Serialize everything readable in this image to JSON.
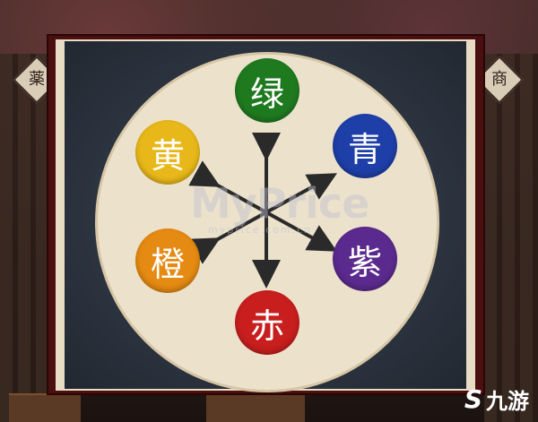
{
  "signs": {
    "left": "薬",
    "right": "商"
  },
  "discs": [
    {
      "id": "green",
      "label": "绿",
      "color": "#1f7a1f"
    },
    {
      "id": "blue",
      "label": "青",
      "color": "#1e3fa8"
    },
    {
      "id": "purple",
      "label": "紫",
      "color": "#5b2a8e"
    },
    {
      "id": "red",
      "label": "赤",
      "color": "#c81e1e"
    },
    {
      "id": "orange",
      "label": "橙",
      "color": "#e58a12"
    },
    {
      "id": "yellow",
      "label": "黄",
      "color": "#e8b81a"
    }
  ],
  "watermark": {
    "main": "MyPrice",
    "sub": "myprice.com.cn"
  },
  "logo": {
    "mark": "S",
    "text": "九游"
  }
}
